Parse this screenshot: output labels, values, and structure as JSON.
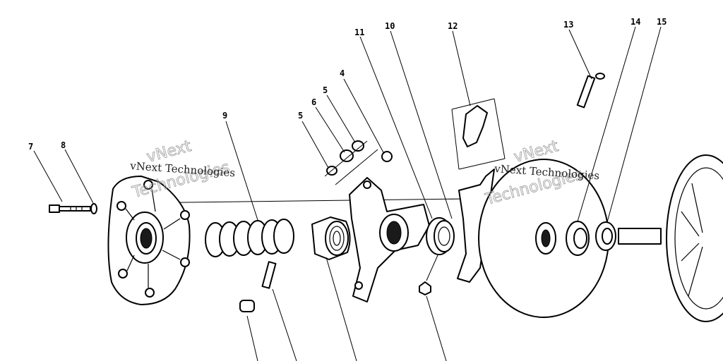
{
  "callouts": [
    "4",
    "5",
    "5",
    "6",
    "7",
    "8",
    "9",
    "10",
    "11",
    "12",
    "13",
    "14",
    "15"
  ],
  "watermark": {
    "line1": "vNext Technologies",
    "outline_a": "vNext",
    "outline_b": "Technologies"
  },
  "colors": {
    "ink": "#000000",
    "paper": "#ffffff",
    "watermark_outline": "#9a9a9a"
  }
}
